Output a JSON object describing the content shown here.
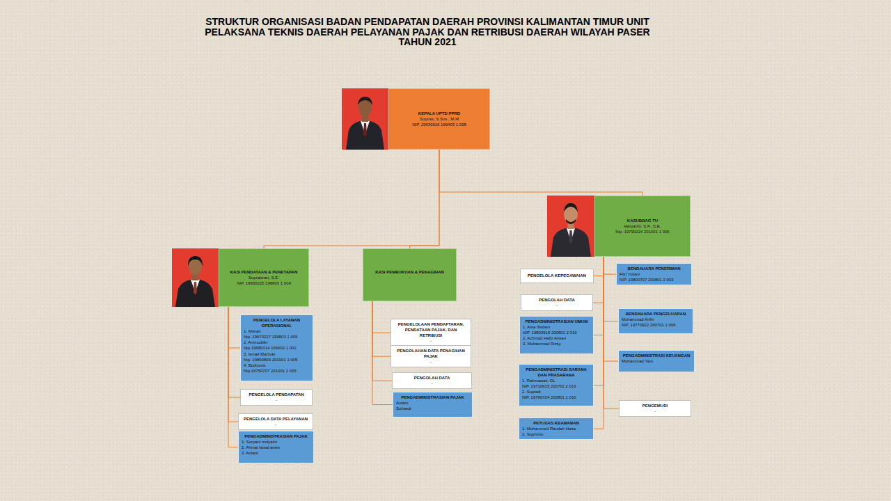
{
  "diagram": {
    "title": "STRUKTUR ORGANISASI BADAN PENDAPATAN DAERAH PROVINSI KALIMANTAN TIMUR UNIT PELAKSANA TEKNIS DAERAH PELAYANAN PAJAK DAN RETRIBUSI DAERAH WILAYAH PASER TAHUN 2021",
    "nodes": [
      {
        "text": [
          "KEPALA UPTD PPRD",
          "Suyoso, S.Sos., M.M",
          "NIP. 19630516 199403 1 008"
        ]
      },
      {
        "text": [
          "KASUBBAG TU",
          "Haryanto, S.P., S.E.",
          "Nip. 19790224 201001 1 006"
        ]
      },
      {
        "text": [
          "KASI PENDATAAN & PENETAPAN",
          "Supratman, S.E.",
          "NIP. 19650225 198803 1 009"
        ]
      },
      {
        "text": [
          "KASI PEMBUKUAN & PENAGIHAN",
          "-"
        ]
      },
      {
        "text": [
          "PENGELOLA LAYANAN OPERASIONAL",
          "1. Misran",
          "Nip. 19670227 199803 1 006",
          "2. Aminuddin",
          "Nip.19680314 199002 1 002",
          "3. Ismail Marzuki",
          "Nip. 19800809 201001 1 005",
          "4. Budiyono",
          "Nip.19750707 201001 1 025"
        ]
      },
      {
        "text": [
          "PENGELOLA PENDAPATAN",
          "-"
        ]
      },
      {
        "text": [
          "PENGELOLA DATA PELAYANAN",
          "-"
        ]
      },
      {
        "text": [
          "PENGADMINISTRASIAN PAJAK",
          "1. Suryani mulyatin",
          "2. Ahmat faisal anies",
          "3. Ardani"
        ]
      },
      {
        "text": [
          "PENGELOLAAN PENDAFTARAN, PENDATAAN PAJAK, DAN RETRIBUSI",
          "-"
        ]
      },
      {
        "text": [
          "PENGOLAHAN DATA PENAGIHAN PAJAK",
          "-"
        ]
      },
      {
        "text": [
          "PENGOLAH DATA",
          "-"
        ]
      },
      {
        "text": [
          "PENGADMINISTRASIAN PAJAK",
          "Ardani",
          "Suhaedi"
        ]
      },
      {
        "text": [
          "PENGELOLA KEPEGAWAIAN"
        ]
      },
      {
        "text": [
          "PENGOLAH DATA",
          "-"
        ]
      },
      {
        "text": [
          "PENGADMINISTRASIAN UMUM",
          "1. Aina Ilhdiani",
          "NIP. 19800918 200801 2 019",
          "2. Achmad Hafiz Ansari",
          "3. Muhammad Rizky"
        ]
      },
      {
        "text": [
          "PENGADMINISTRASI SARANA DAN PRASARANA",
          "1. Rahmawati, DL",
          "NIP. 19710615 200701 2 013",
          "2. Supiadi",
          "NIP. 19760724 200801 1 010"
        ]
      },
      {
        "text": [
          "PETUGAS KEAMANAN",
          "1. Mohammed Raudah Hatta",
          "2. Supriono"
        ]
      },
      {
        "text": [
          "BENDAHARA PENERIMAN",
          "Fitri Yuliani",
          "NIP. 19800707 200801 2 003"
        ]
      },
      {
        "text": [
          "BENDAHARA PENGELUARAN",
          "Muhammad Arifin",
          "NIP. 19770922 200701 1 006"
        ]
      },
      {
        "text": [
          "PENGADMINISTRASI KEUANGAN",
          "Muhammad Yani"
        ]
      },
      {
        "text": [
          "PENGEMUDI",
          "-"
        ]
      }
    ],
    "edges": [
      {
        "from": 0,
        "to": 1,
        "arrow": "none"
      },
      {
        "from": 0,
        "to": 2,
        "arrow": "none"
      },
      {
        "from": 0,
        "to": 3,
        "arrow": "none"
      },
      {
        "from": 2,
        "to": 4,
        "arrow": "none"
      },
      {
        "from": 2,
        "to": 5,
        "arrow": "none"
      },
      {
        "from": 2,
        "to": 6,
        "arrow": "none"
      },
      {
        "from": 2,
        "to": 7,
        "arrow": "none"
      },
      {
        "from": 3,
        "to": 8,
        "arrow": "none"
      },
      {
        "from": 3,
        "to": 9,
        "arrow": "none"
      },
      {
        "from": 3,
        "to": 10,
        "arrow": "none"
      },
      {
        "from": 3,
        "to": 11,
        "arrow": "none"
      },
      {
        "from": 1,
        "to": 12,
        "arrow": "none"
      },
      {
        "from": 1,
        "to": 13,
        "arrow": "none"
      },
      {
        "from": 1,
        "to": 14,
        "arrow": "none"
      },
      {
        "from": 1,
        "to": 15,
        "arrow": "none"
      },
      {
        "from": 1,
        "to": 16,
        "arrow": "none"
      },
      {
        "from": 1,
        "to": 17,
        "arrow": "none"
      },
      {
        "from": 1,
        "to": 18,
        "arrow": "none"
      },
      {
        "from": 1,
        "to": 19,
        "arrow": "none"
      },
      {
        "from": 1,
        "to": 20,
        "arrow": "none"
      }
    ]
  }
}
